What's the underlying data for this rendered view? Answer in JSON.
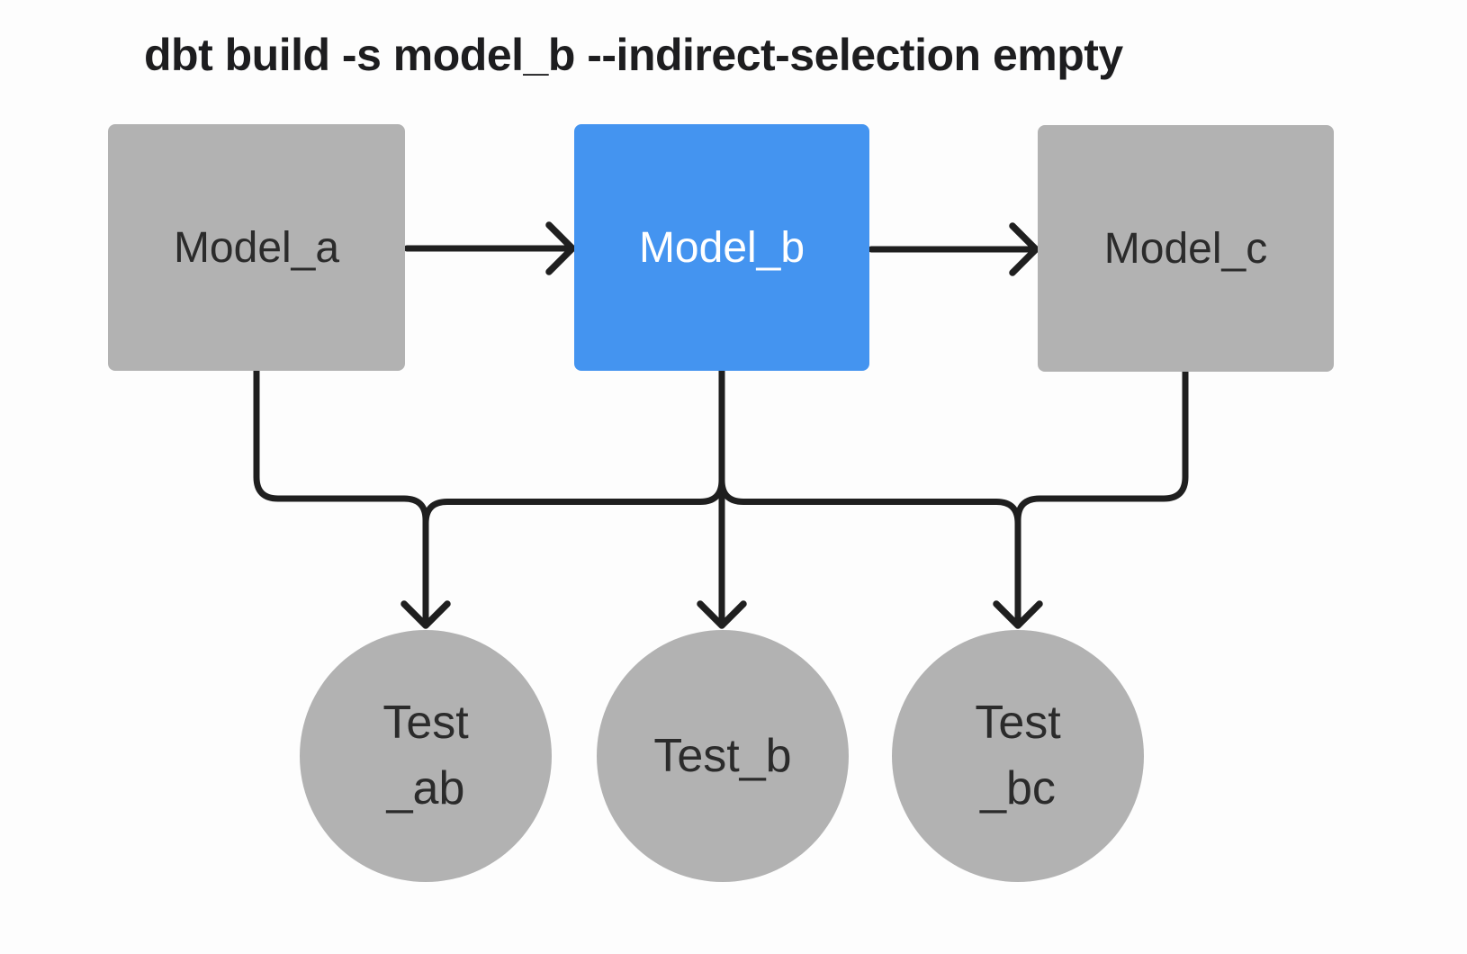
{
  "diagram": {
    "title": "dbt build -s model_b --indirect-selection empty",
    "colors": {
      "selected": "#4494f0",
      "unselected": "#b2b2b2",
      "edge": "#1f1f1f",
      "background": "#fdfdfd",
      "label_dark": "#2b2b2b",
      "label_light": "#ffffff"
    },
    "models": [
      {
        "id": "model_a",
        "label": "Model_a",
        "selected": false
      },
      {
        "id": "model_b",
        "label": "Model_b",
        "selected": true
      },
      {
        "id": "model_c",
        "label": "Model_c",
        "selected": false
      }
    ],
    "tests": [
      {
        "id": "test_ab",
        "line1": "Test",
        "line2": "_ab"
      },
      {
        "id": "test_b",
        "line1": "Test_b",
        "line2": ""
      },
      {
        "id": "test_bc",
        "line1": "Test",
        "line2": "_bc"
      }
    ],
    "edges": [
      "model_a -> model_b",
      "model_b -> model_c",
      "model_a -> test_ab",
      "model_b -> test_ab",
      "model_b -> test_b",
      "model_b -> test_bc",
      "model_c -> test_bc"
    ]
  }
}
